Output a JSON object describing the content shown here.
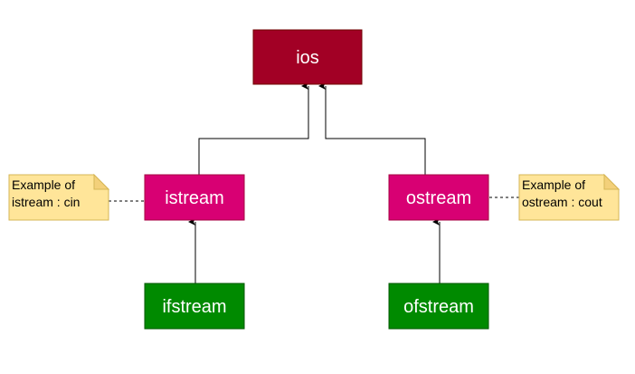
{
  "colors": {
    "ios_fill": "#A20025",
    "ios_stroke": "#6F0000",
    "stream_fill": "#D80073",
    "stream_stroke": "#A50040",
    "file_fill": "#008A00",
    "file_stroke": "#005700",
    "note_fill": "#FFE599",
    "note_fold": "#F3D07A",
    "note_stroke": "#D6B656",
    "edge": "#000000"
  },
  "nodes": {
    "ios": "ios",
    "istream": "istream",
    "ostream": "ostream",
    "ifstream": "ifstream",
    "ofstream": "ofstream"
  },
  "notes": {
    "istream": {
      "line1": "Example of",
      "line2": "istream : cin"
    },
    "ostream": {
      "line1": "Example of",
      "line2": "ostream : cout"
    }
  },
  "edges": [
    {
      "from": "istream",
      "to": "ios",
      "style": "inheritance-arrow"
    },
    {
      "from": "ostream",
      "to": "ios",
      "style": "inheritance-arrow"
    },
    {
      "from": "ifstream",
      "to": "istream",
      "style": "inheritance-arrow"
    },
    {
      "from": "ofstream",
      "to": "ostream",
      "style": "inheritance-arrow"
    },
    {
      "from": "istream",
      "to": "note-istream",
      "style": "dashed"
    },
    {
      "from": "ostream",
      "to": "note-ostream",
      "style": "dashed"
    }
  ]
}
